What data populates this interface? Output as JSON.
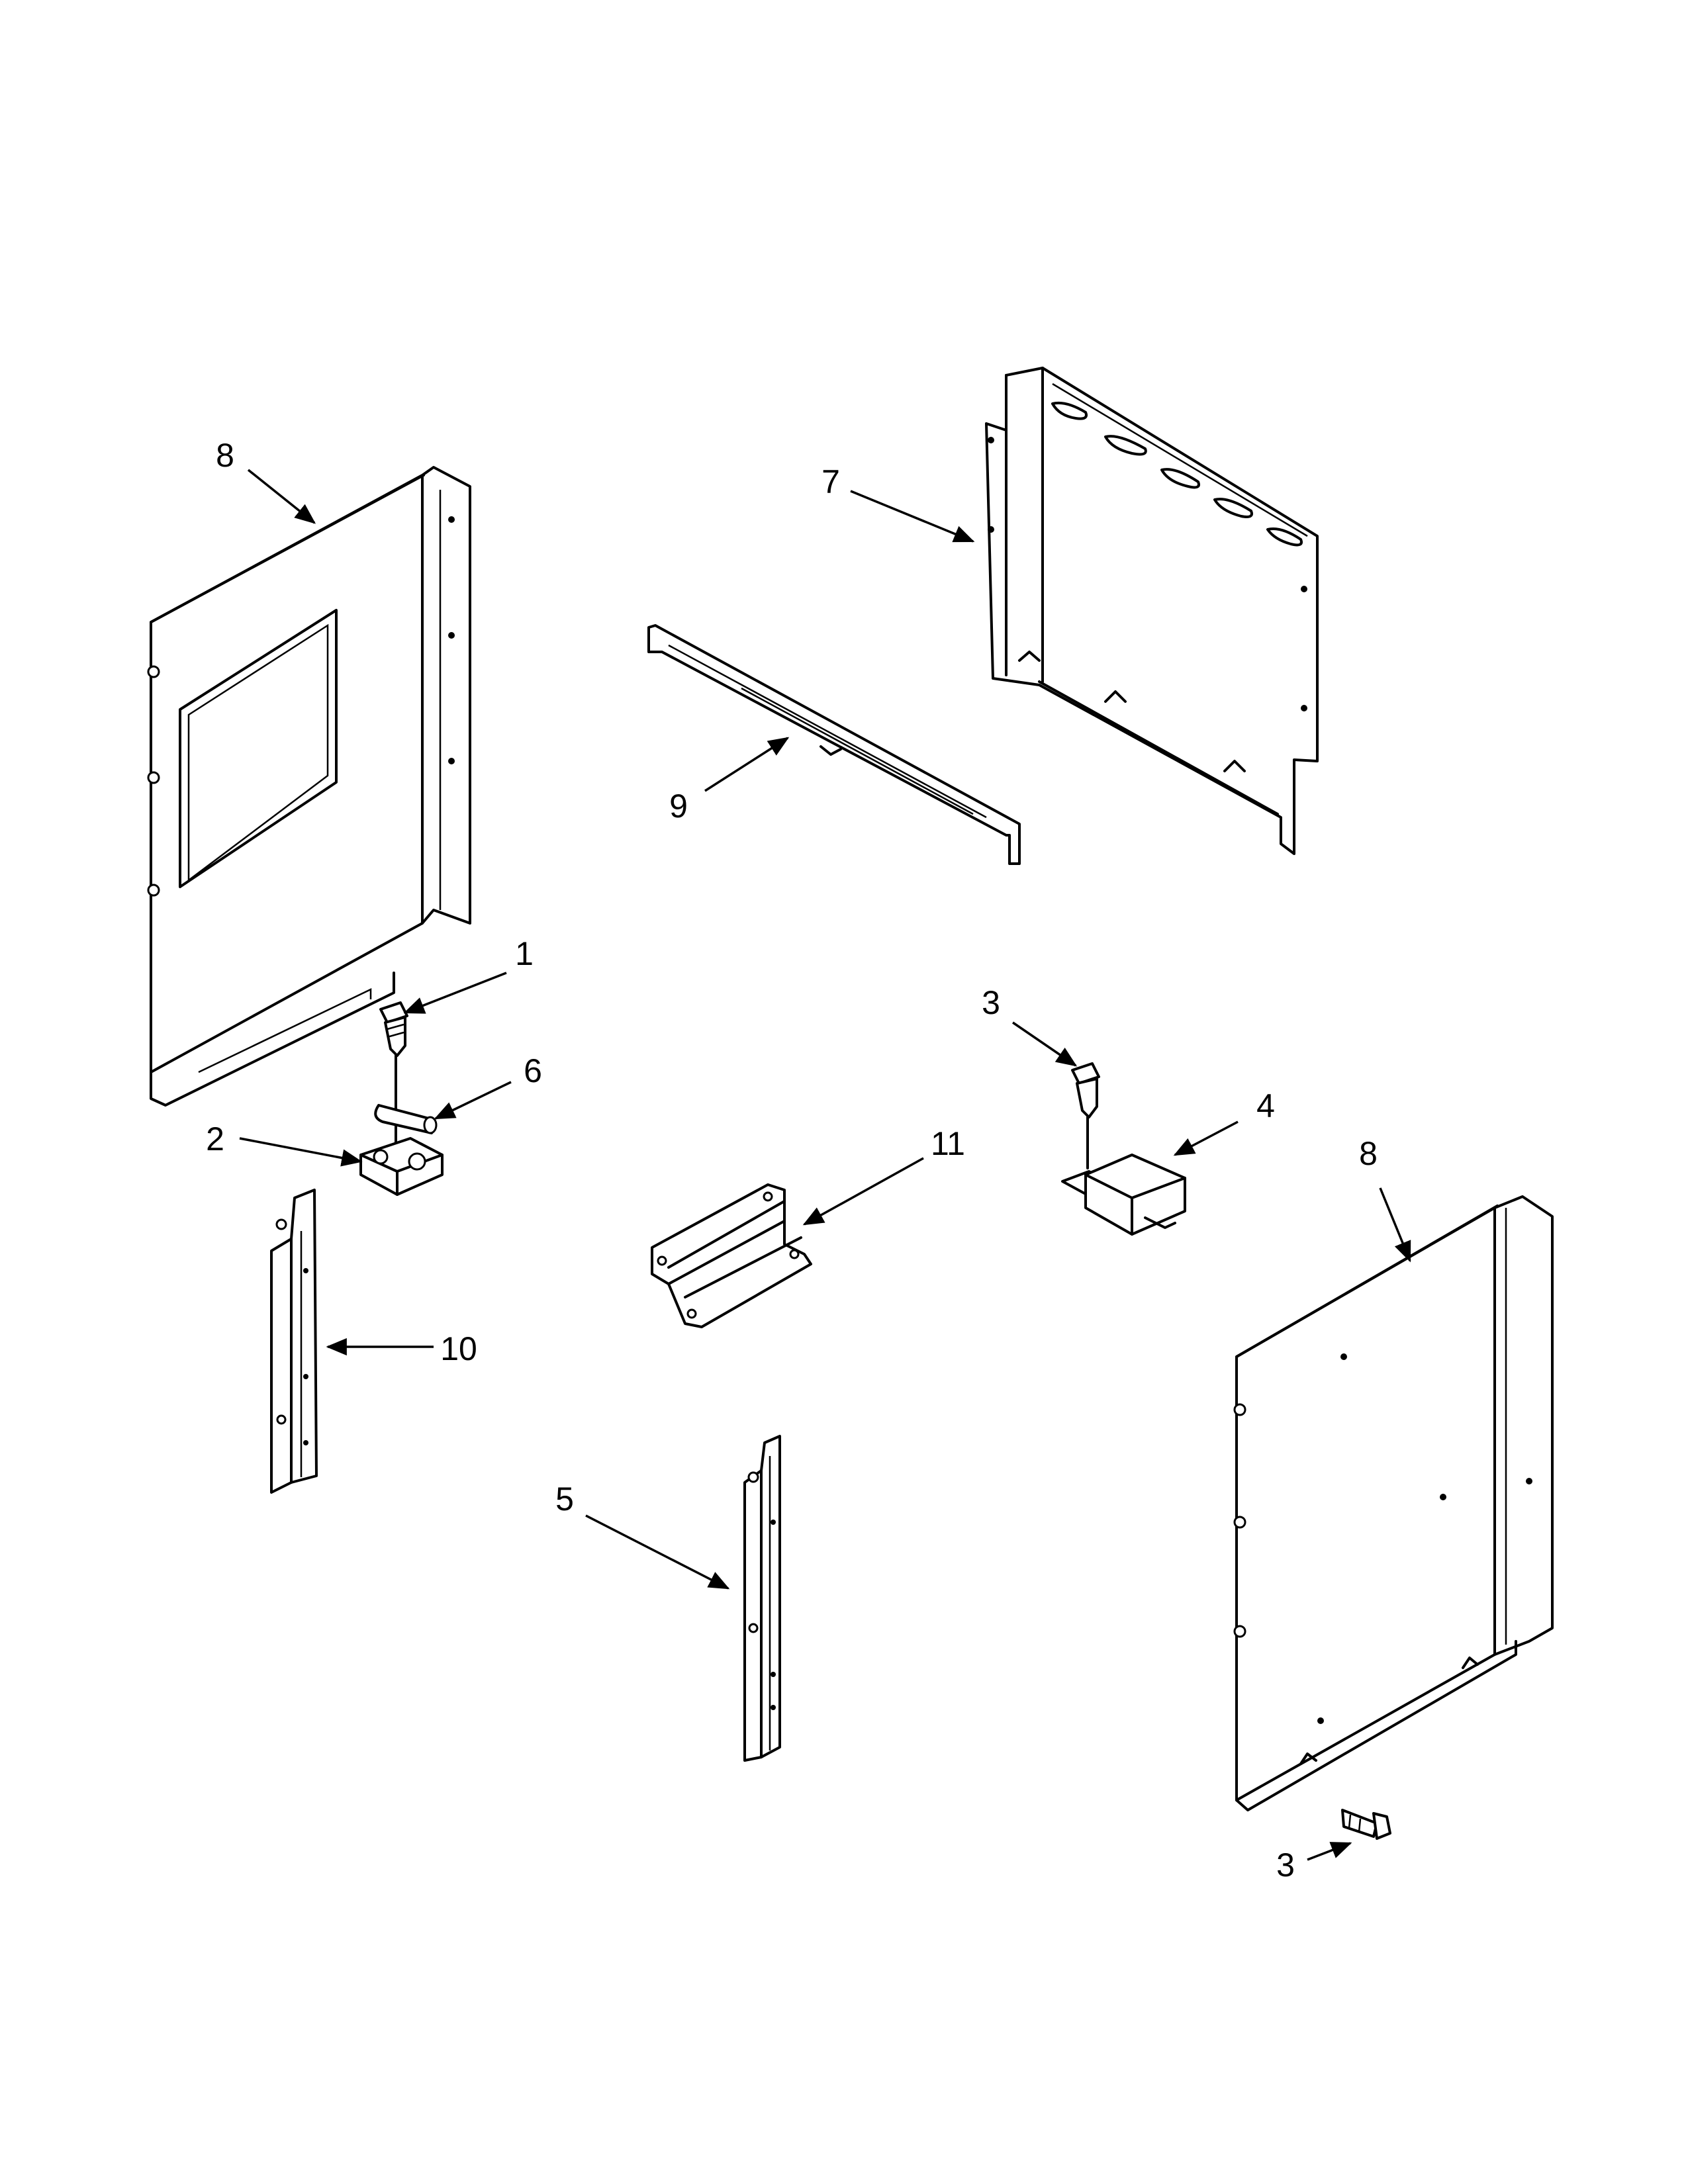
{
  "callouts": {
    "c1": "1",
    "c2": "2",
    "c3a": "3",
    "c3b": "3",
    "c4": "4",
    "c5": "5",
    "c6": "6",
    "c7": "7",
    "c8a": "8",
    "c8b": "8",
    "c9": "9",
    "c10": "10",
    "c11": "11"
  }
}
